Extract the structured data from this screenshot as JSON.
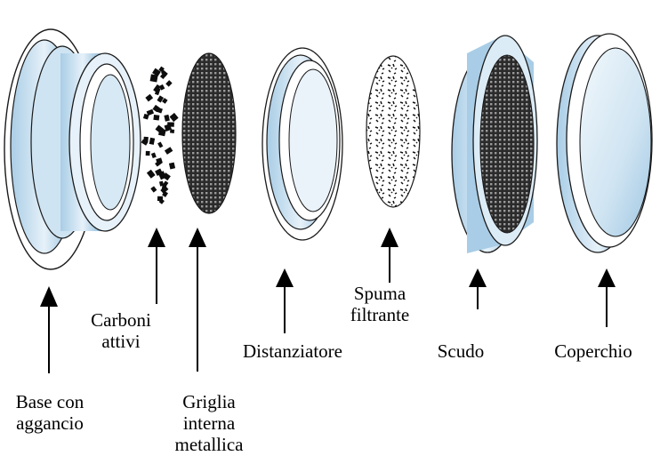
{
  "components": [
    {
      "id": "base",
      "label_lines": [
        "Base con",
        "aggancio"
      ]
    },
    {
      "id": "carboni",
      "label_lines": [
        "Carboni",
        "attivi"
      ]
    },
    {
      "id": "griglia",
      "label_lines": [
        "Griglia",
        "interna",
        "metallica"
      ]
    },
    {
      "id": "distanziatore",
      "label_lines": [
        "Distanziatore"
      ]
    },
    {
      "id": "spuma",
      "label_lines": [
        "Spuma",
        "filtrante"
      ]
    },
    {
      "id": "scudo",
      "label_lines": [
        "Scudo"
      ]
    },
    {
      "id": "coperchio",
      "label_lines": [
        "Coperchio"
      ]
    }
  ],
  "colors": {
    "part_fill_light": "#dcecf7",
    "part_fill_mid": "#a9cde6",
    "part_fill_dark": "#6fa8d2",
    "outline": "#1a1a1a",
    "mesh": "#2b2b2b"
  }
}
